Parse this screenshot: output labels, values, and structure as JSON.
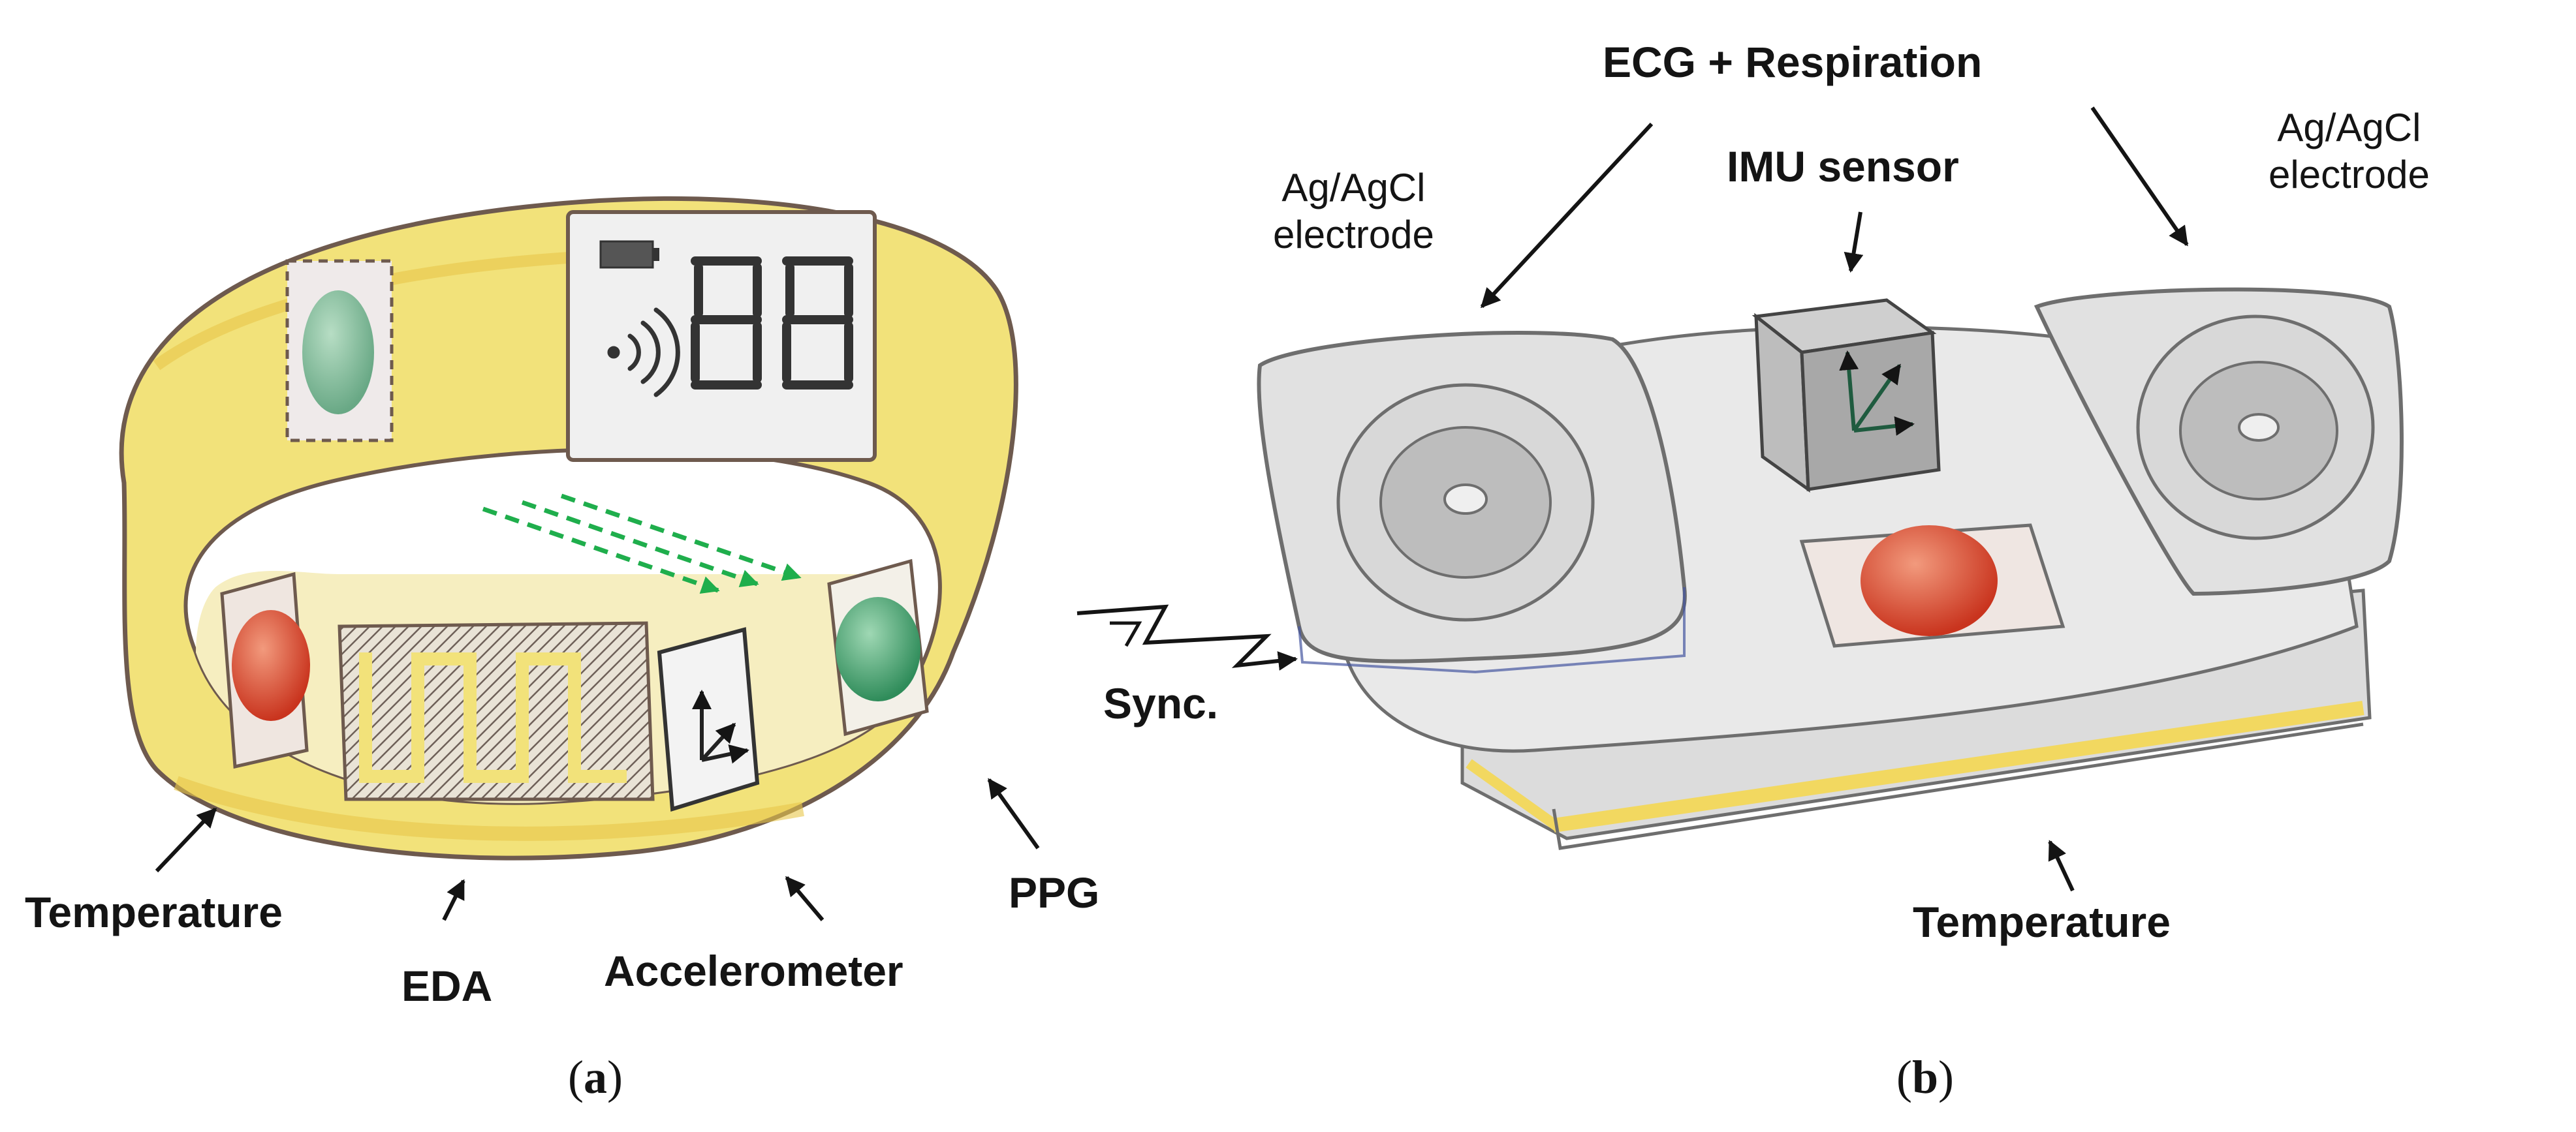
{
  "panel_a": {
    "labels": {
      "temperature": "Temperature",
      "eda": "EDA",
      "accelerometer": "Accelerometer",
      "ppg": "PPG"
    },
    "caption_letter": "a"
  },
  "sync_label": "Sync.",
  "panel_b": {
    "labels": {
      "ecg_respiration": "ECG + Respiration",
      "imu_sensor": "IMU sensor",
      "electrode_left_line1": "Ag/AgCl",
      "electrode_left_line2": "electrode",
      "electrode_right_line1": "Ag/AgCl",
      "electrode_right_line2": "electrode",
      "temperature": "Temperature"
    },
    "caption_letter": "b"
  },
  "colors": {
    "ring_yellow": "#f2e27a",
    "ring_outline": "#6e5a4e",
    "ppg_green": "#3f9f6a",
    "light_arrows_green": "#1fae4c",
    "temperature_red": "#d9442c",
    "patch_gray": "#e6e6e6",
    "electrode_gray": "#c9c9c9",
    "text": "#141414"
  }
}
